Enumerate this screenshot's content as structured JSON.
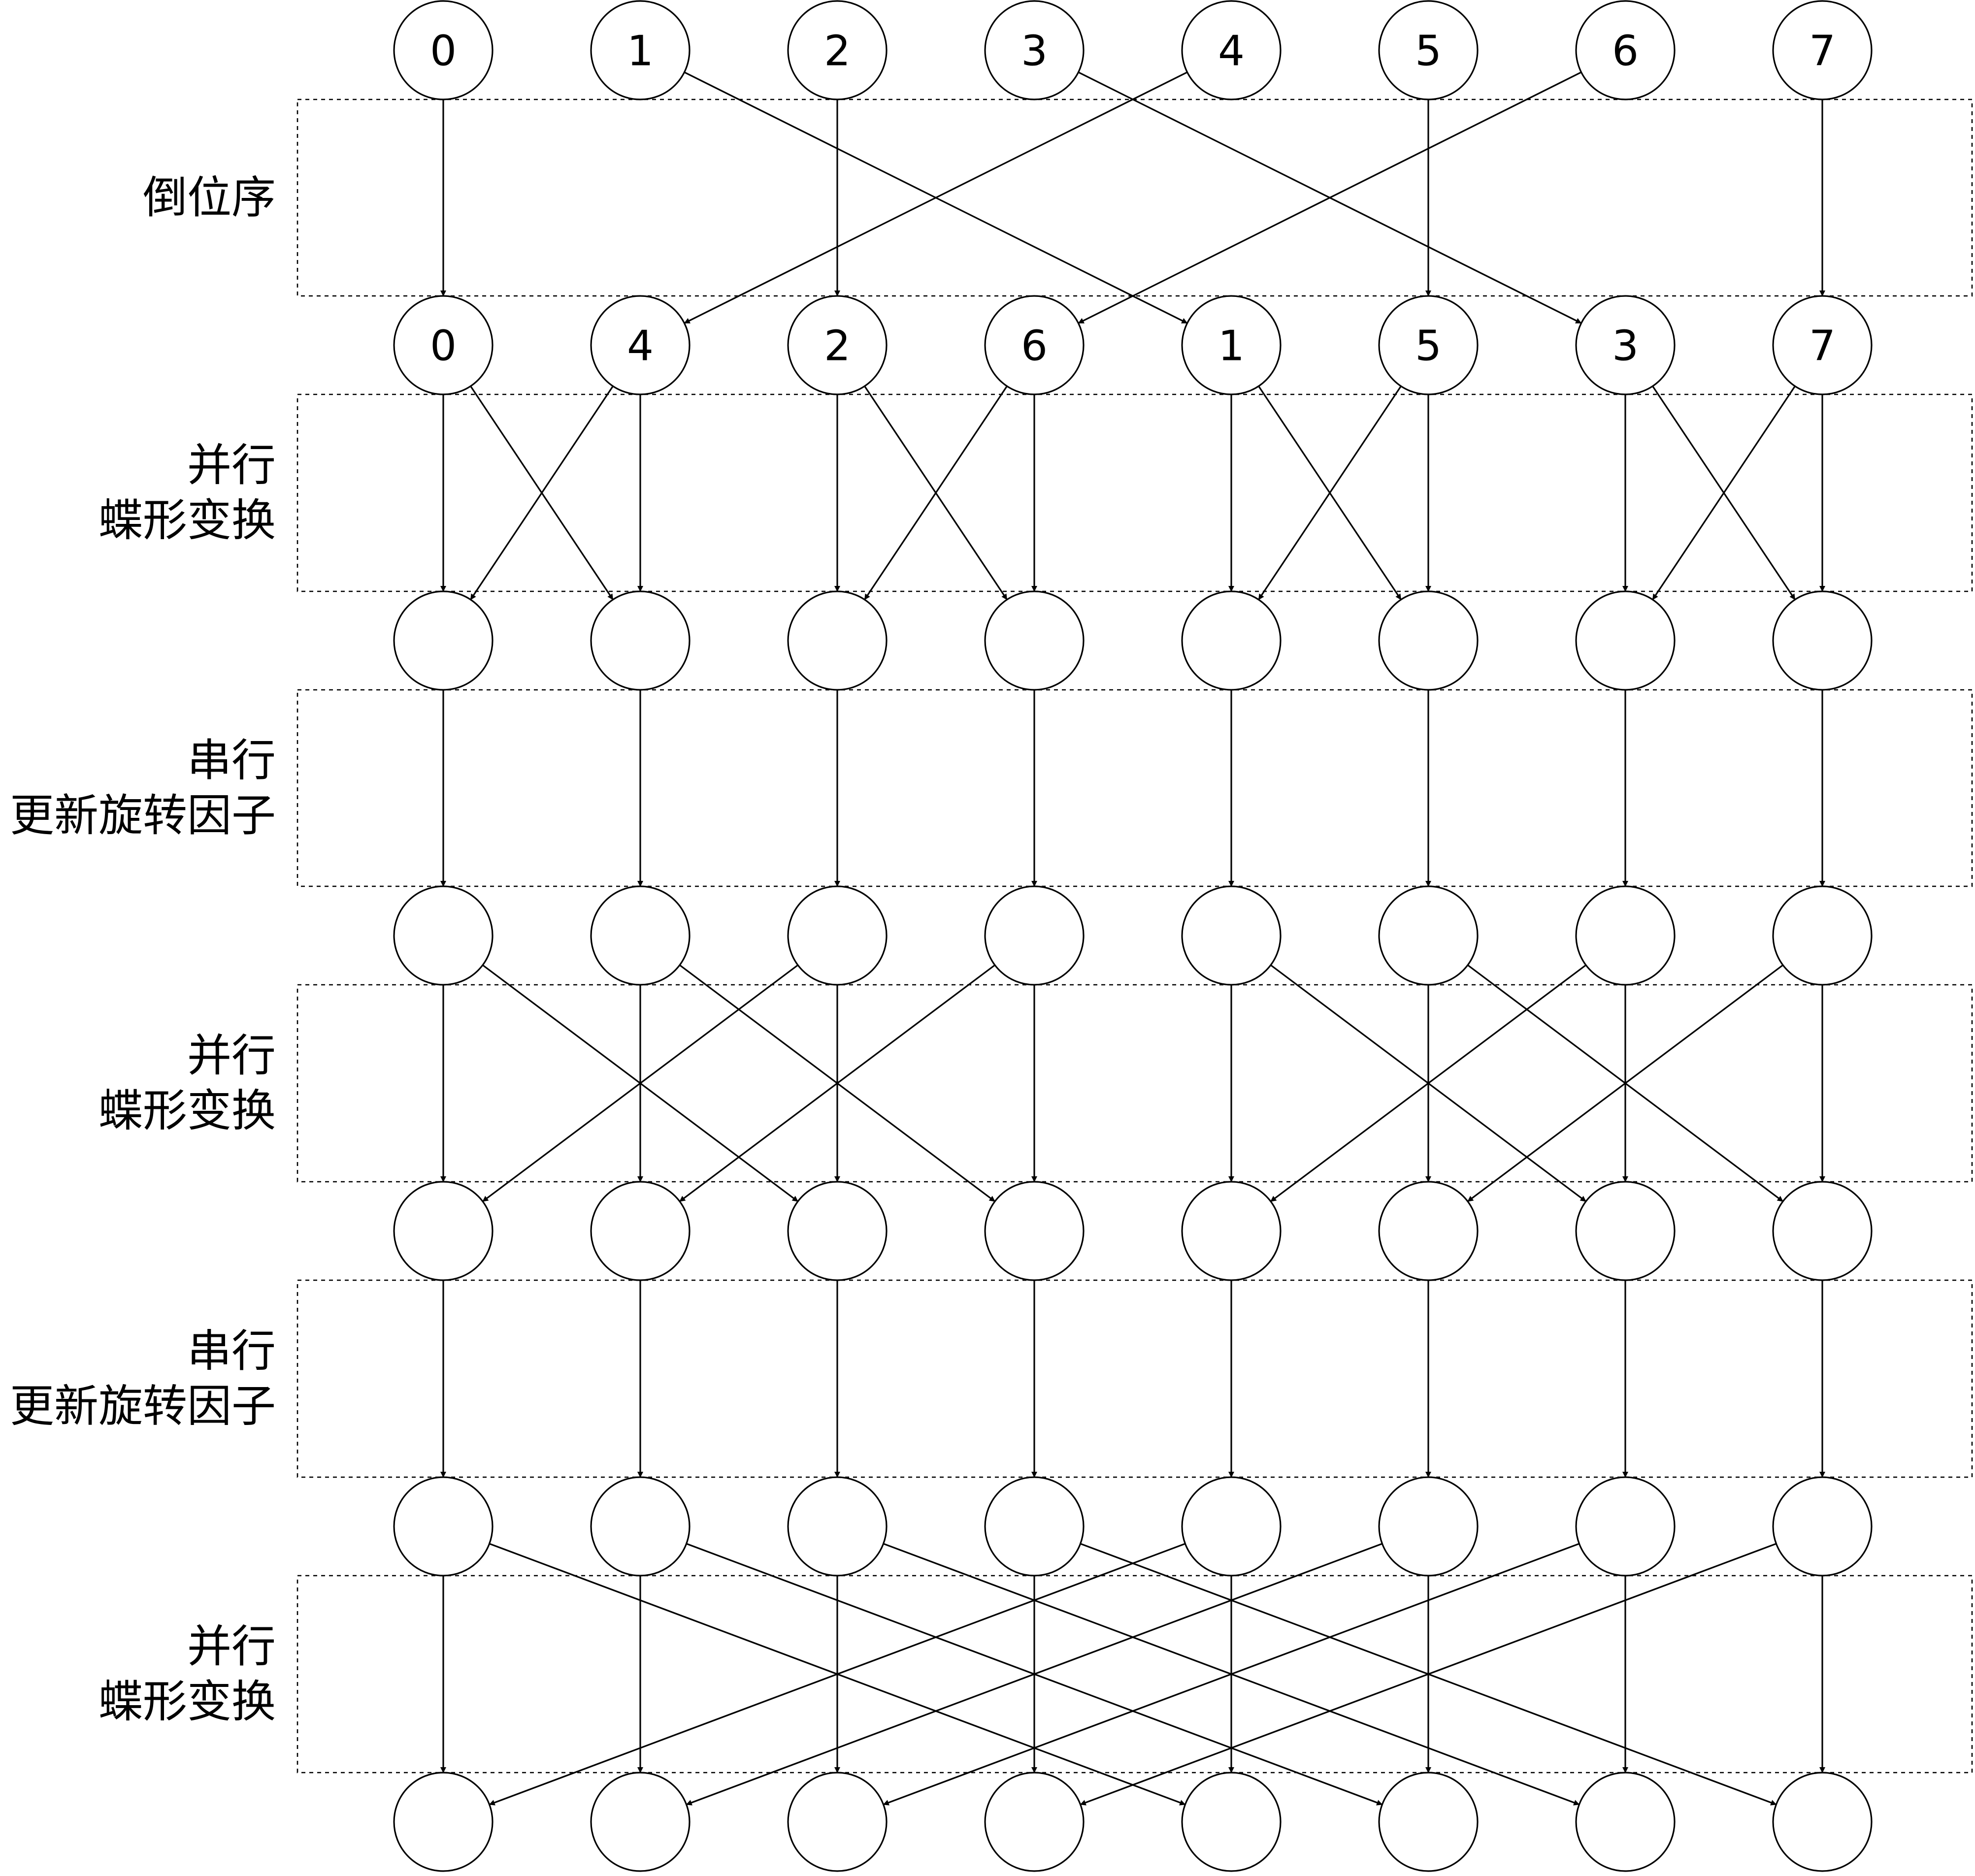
{
  "rows": [
    {
      "id": "input",
      "labels": [
        "0",
        "1",
        "2",
        "3",
        "4",
        "5",
        "6",
        "7"
      ]
    },
    {
      "id": "bit-reversed",
      "labels": [
        "0",
        "4",
        "2",
        "6",
        "1",
        "5",
        "3",
        "7"
      ]
    },
    {
      "id": "after-butterfly-1",
      "labels": [
        "",
        "",
        "",
        "",
        "",
        "",
        "",
        ""
      ]
    },
    {
      "id": "after-twiddle-1",
      "labels": [
        "",
        "",
        "",
        "",
        "",
        "",
        "",
        ""
      ]
    },
    {
      "id": "after-butterfly-2",
      "labels": [
        "",
        "",
        "",
        "",
        "",
        "",
        "",
        ""
      ]
    },
    {
      "id": "after-twiddle-2",
      "labels": [
        "",
        "",
        "",
        "",
        "",
        "",
        "",
        ""
      ]
    },
    {
      "id": "output",
      "labels": [
        "",
        "",
        "",
        "",
        "",
        "",
        "",
        ""
      ]
    }
  ],
  "stages": [
    {
      "name": "bit-reversal",
      "label_lines": [
        "倒位序"
      ],
      "edges": [
        [
          0,
          0
        ],
        [
          1,
          4
        ],
        [
          2,
          2
        ],
        [
          3,
          6
        ],
        [
          4,
          1
        ],
        [
          5,
          5
        ],
        [
          6,
          3
        ],
        [
          7,
          7
        ]
      ]
    },
    {
      "name": "parallel-butterfly",
      "label_lines": [
        "并行",
        "蝶形变换"
      ],
      "edges": [
        [
          0,
          0
        ],
        [
          0,
          1
        ],
        [
          1,
          0
        ],
        [
          1,
          1
        ],
        [
          2,
          2
        ],
        [
          2,
          3
        ],
        [
          3,
          2
        ],
        [
          3,
          3
        ],
        [
          4,
          4
        ],
        [
          4,
          5
        ],
        [
          5,
          4
        ],
        [
          5,
          5
        ],
        [
          6,
          6
        ],
        [
          6,
          7
        ],
        [
          7,
          6
        ],
        [
          7,
          7
        ]
      ]
    },
    {
      "name": "serial-twiddle-update",
      "label_lines": [
        "串行",
        "更新旋转因子"
      ],
      "edges": [
        [
          0,
          0
        ],
        [
          1,
          1
        ],
        [
          2,
          2
        ],
        [
          3,
          3
        ],
        [
          4,
          4
        ],
        [
          5,
          5
        ],
        [
          6,
          6
        ],
        [
          7,
          7
        ]
      ]
    },
    {
      "name": "parallel-butterfly",
      "label_lines": [
        "并行",
        "蝶形变换"
      ],
      "edges": [
        [
          0,
          0
        ],
        [
          0,
          2
        ],
        [
          1,
          1
        ],
        [
          1,
          3
        ],
        [
          2,
          0
        ],
        [
          2,
          2
        ],
        [
          3,
          1
        ],
        [
          3,
          3
        ],
        [
          4,
          4
        ],
        [
          4,
          6
        ],
        [
          5,
          5
        ],
        [
          5,
          7
        ],
        [
          6,
          4
        ],
        [
          6,
          6
        ],
        [
          7,
          5
        ],
        [
          7,
          7
        ]
      ]
    },
    {
      "name": "serial-twiddle-update",
      "label_lines": [
        "串行",
        "更新旋转因子"
      ],
      "edges": [
        [
          0,
          0
        ],
        [
          1,
          1
        ],
        [
          2,
          2
        ],
        [
          3,
          3
        ],
        [
          4,
          4
        ],
        [
          5,
          5
        ],
        [
          6,
          6
        ],
        [
          7,
          7
        ]
      ]
    },
    {
      "name": "parallel-butterfly",
      "label_lines": [
        "并行",
        "蝶形变换"
      ],
      "edges": [
        [
          0,
          0
        ],
        [
          0,
          4
        ],
        [
          1,
          1
        ],
        [
          1,
          5
        ],
        [
          2,
          2
        ],
        [
          2,
          6
        ],
        [
          3,
          3
        ],
        [
          3,
          7
        ],
        [
          4,
          0
        ],
        [
          4,
          4
        ],
        [
          5,
          1
        ],
        [
          5,
          5
        ],
        [
          6,
          2
        ],
        [
          6,
          6
        ],
        [
          7,
          3
        ],
        [
          7,
          7
        ]
      ]
    }
  ]
}
